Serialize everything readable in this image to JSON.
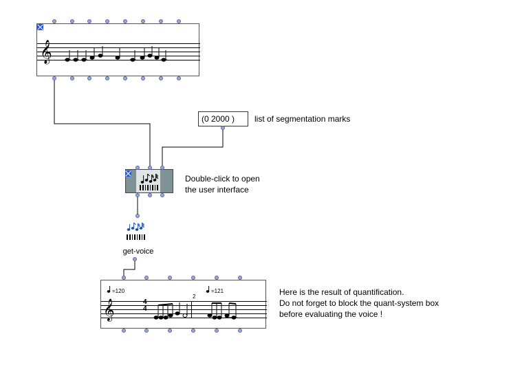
{
  "list_box": {
    "value": "(0 2000 )"
  },
  "labels": {
    "segmentation": "list of segmentation marks",
    "double_click": "Double-click to open\nthe user interface",
    "get_voice": "get-voice",
    "result": "Here is the result of quantification.\nDo not forget to block the quant-system box\nbefore evaluating the voice !"
  },
  "voice": {
    "tempo1": "=120",
    "tempo2": "=121",
    "time_sig_num": "4",
    "time_sig_den": "4",
    "measure_number": "2"
  },
  "colors": {
    "inlet": "#9aa6d8",
    "lock_mark": "#2a55d8",
    "quant_box": "#7f9394"
  }
}
